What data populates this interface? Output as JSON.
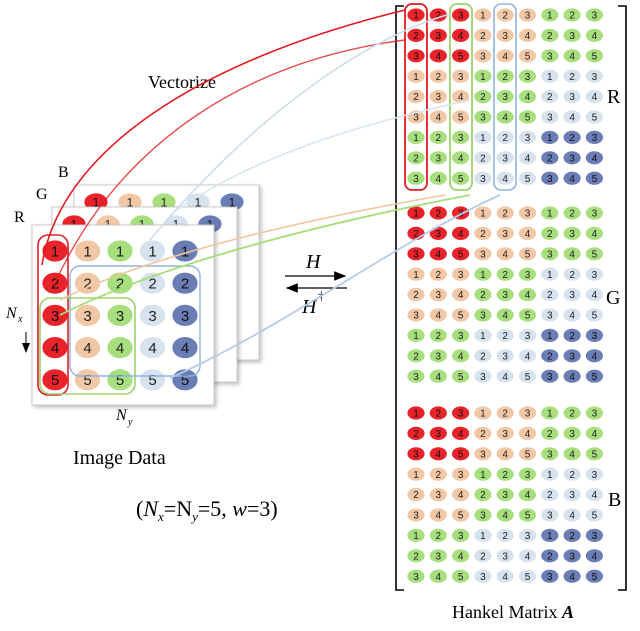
{
  "labels": {
    "vectorize": "Vectorize",
    "channel_b": "B",
    "channel_g": "G",
    "channel_r": "R",
    "nx": "N",
    "nx_sub": "x",
    "ny": "N",
    "ny_sub": "y",
    "image_data": "Image Data",
    "h_forward": "H",
    "h_inverse": "H",
    "h_inverse_sup": "†",
    "params": "(Nₓ=Nᵧ=5,  w=3)",
    "params_parts": [
      "(",
      "N",
      "x",
      "=N",
      "y",
      "=5,  ",
      "w",
      "=3)"
    ],
    "hankel_r": "R",
    "hankel_g": "G",
    "hankel_b": "B",
    "hankel_title": "Hankel Matrix ",
    "hankel_title_bold": "A"
  },
  "image_grid": [
    [
      "1",
      "1",
      "1",
      "1",
      "1"
    ],
    [
      "2",
      "2",
      "2",
      "2",
      "2"
    ],
    [
      "3",
      "3",
      "3",
      "3",
      "3"
    ],
    [
      "4",
      "4",
      "4",
      "4",
      "4"
    ],
    [
      "5",
      "5",
      "5",
      "5",
      "5"
    ]
  ],
  "back_layer_visible": [
    "1",
    "1",
    "1",
    "1",
    "1"
  ],
  "hankel_block_rows": [
    [
      "1",
      "2",
      "3",
      "1",
      "2",
      "3",
      "1",
      "2",
      "3"
    ],
    [
      "2",
      "3",
      "4",
      "2",
      "3",
      "4",
      "2",
      "3",
      "4"
    ],
    [
      "3",
      "4",
      "5",
      "3",
      "4",
      "5",
      "3",
      "4",
      "5"
    ],
    [
      "1",
      "2",
      "3",
      "1",
      "2",
      "3",
      "1",
      "2",
      "3"
    ],
    [
      "2",
      "3",
      "4",
      "2",
      "3",
      "4",
      "2",
      "3",
      "4"
    ],
    [
      "3",
      "4",
      "5",
      "3",
      "4",
      "5",
      "3",
      "4",
      "5"
    ],
    [
      "1",
      "2",
      "3",
      "1",
      "2",
      "3",
      "1",
      "2",
      "3"
    ],
    [
      "2",
      "3",
      "4",
      "2",
      "3",
      "4",
      "2",
      "3",
      "4"
    ],
    [
      "3",
      "4",
      "5",
      "3",
      "4",
      "5",
      "3",
      "4",
      "5"
    ]
  ],
  "colors": {
    "red": "#e8232a",
    "peach": "#f2c7a6",
    "green": "#a8df7e",
    "light_blue": "#d6e2ee",
    "dark_blue": "#6a7db5",
    "highlight_red": "#e21b22",
    "highlight_green": "#9bd46e",
    "highlight_blue": "#8fb3dd",
    "arrow_peach": "#f2c49e",
    "arrow_green": "#a7dc7a",
    "arrow_blue": "#b5cbe6",
    "arrow_lightblue": "#cfdcea"
  },
  "column_color_keys": [
    "red",
    "peach",
    "green",
    "light_blue",
    "dark_blue"
  ]
}
